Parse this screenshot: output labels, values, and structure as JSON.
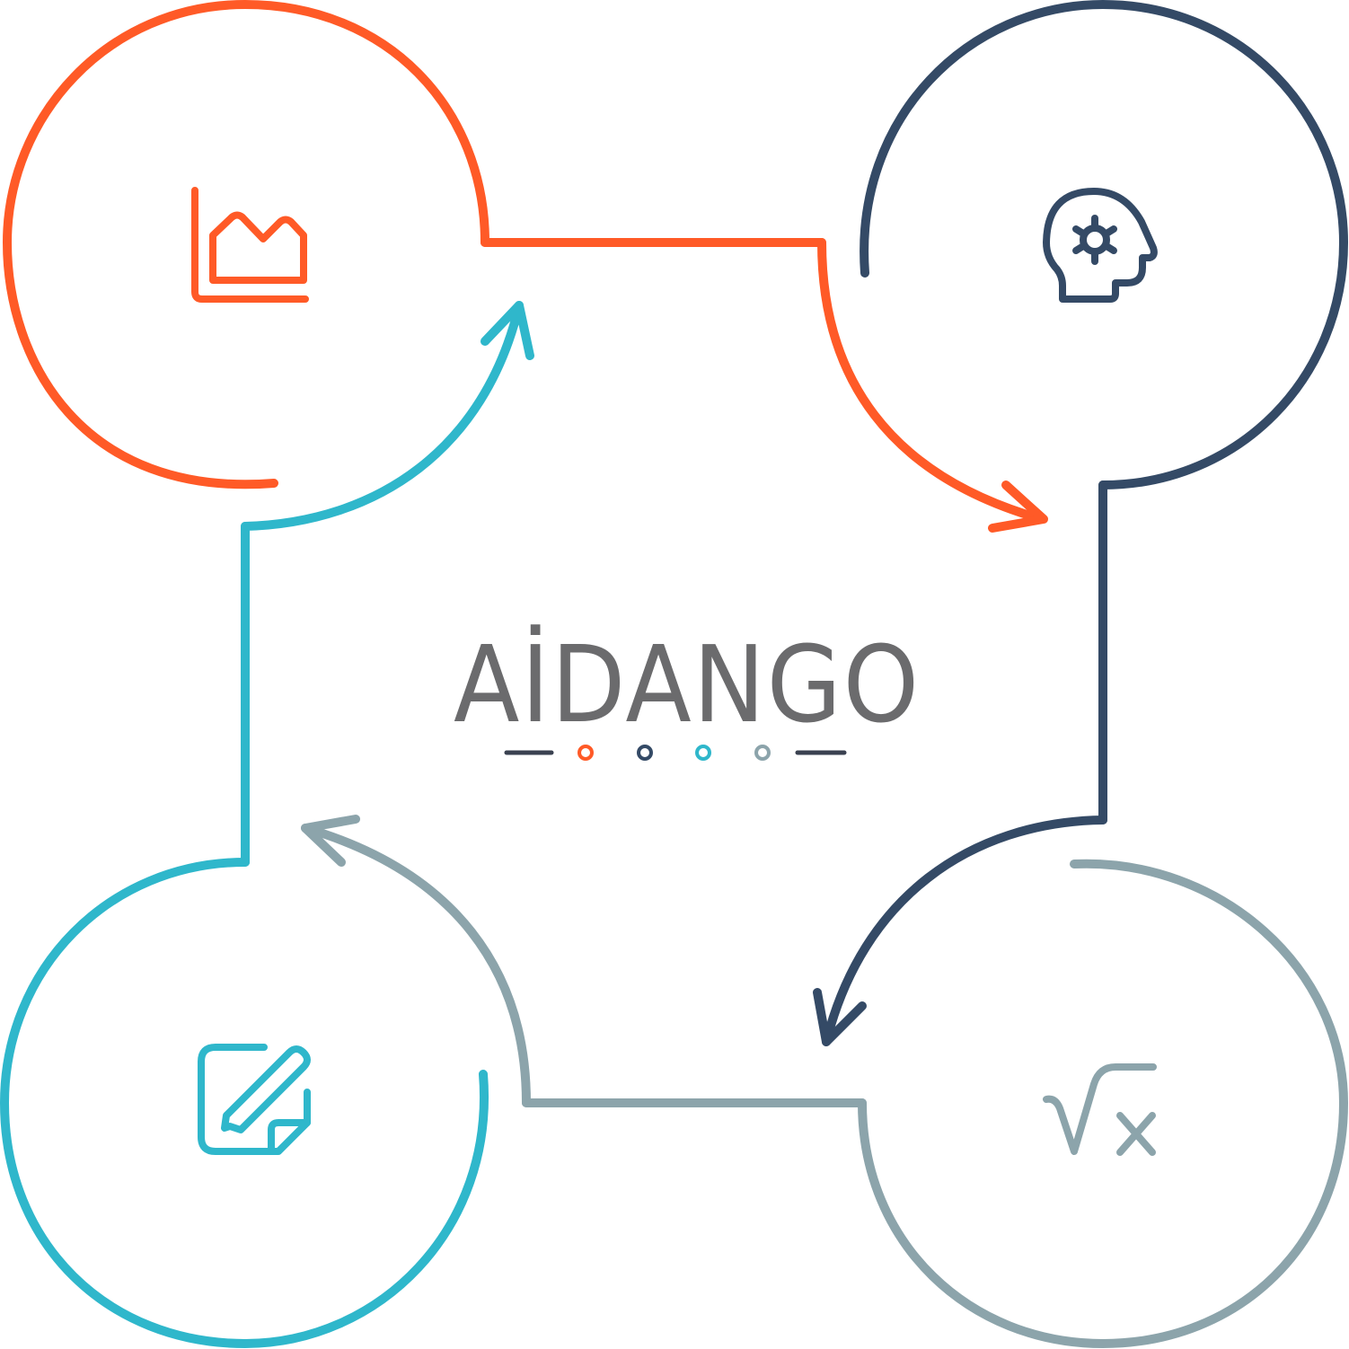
{
  "logo": {
    "text": "AİDANGO"
  },
  "colors": {
    "orange": "#FF5A27",
    "navy": "#344A66",
    "teal": "#2FB7CB",
    "gray": "#8CA4AB",
    "text": "#6B6B6D"
  },
  "nodes": [
    {
      "position": "top-left",
      "icon": "area-chart-icon",
      "color": "orange"
    },
    {
      "position": "top-right",
      "icon": "head-gear-icon",
      "color": "navy"
    },
    {
      "position": "bottom-right",
      "icon": "square-root-x-icon",
      "color": "gray"
    },
    {
      "position": "bottom-left",
      "icon": "note-edit-icon",
      "color": "teal"
    }
  ],
  "flow": [
    "top-left",
    "top-right",
    "bottom-right",
    "bottom-left",
    "top-left"
  ]
}
